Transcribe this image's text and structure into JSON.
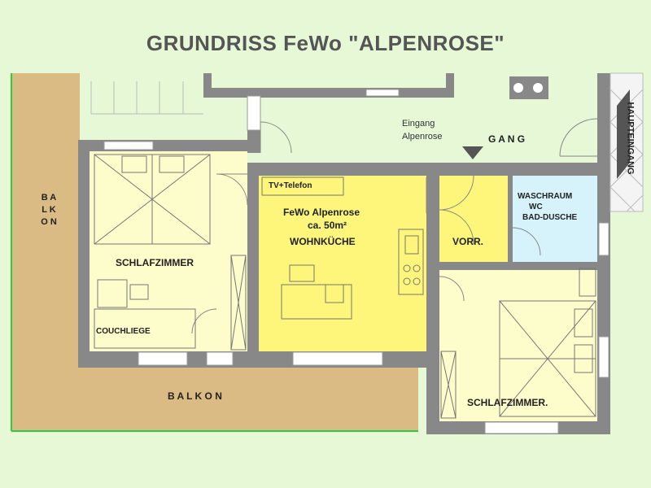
{
  "title": "GRUNDRISS FeWo \"ALPENROSE\"",
  "rooms": {
    "balkon_vertical": "B A L K O N",
    "balkon_horizontal": "B A L K O N",
    "schlafzimmer_left": "SCHLAFZIMMER",
    "couchliege": "COUCHLIEGE",
    "tv_telefon": "TV+Telefon",
    "wohnkueche_name": "FeWo Alpenrose",
    "wohnkueche_size": "ca. 50m²",
    "wohnkueche": "WOHNKÜCHE",
    "vorraum": "VORR.",
    "waschraum_1": "WASCHRAUM",
    "waschraum_2": "WC",
    "waschraum_3": "BAD-DUSCHE",
    "schlafzimmer_right": "SCHLAFZIMMER.",
    "gang": "G A N G",
    "eingang_1": "Eingang",
    "eingang_2": "Alpenrose",
    "haupteingang": "HAUPTEINGANG"
  },
  "colors": {
    "background": "#e6f8d6",
    "balkon": "#d9bb83",
    "wall": "#888888",
    "schlafzimmer": "#fdfccb",
    "wohnkueche": "#fdf67a",
    "vorraum": "#fdf67a",
    "waschraum": "#d6f3fb"
  }
}
